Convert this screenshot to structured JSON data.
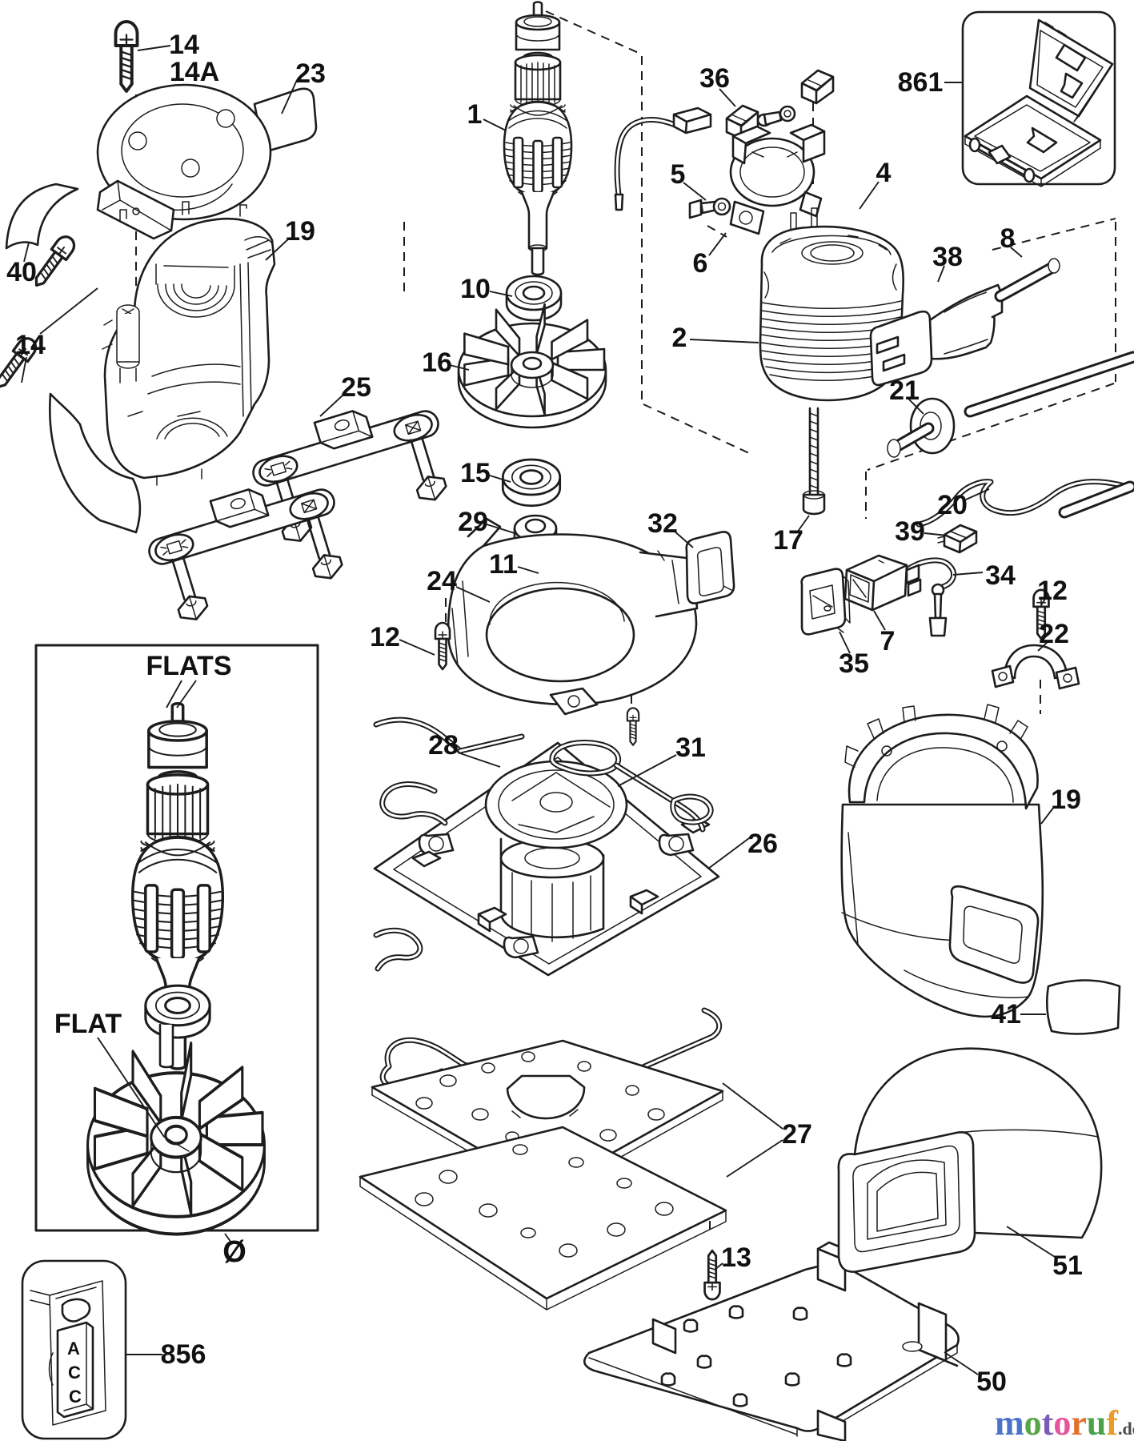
{
  "diagram_type": "exploded-parts-diagram",
  "labels": [
    {
      "id": "screw-top",
      "text": "14"
    },
    {
      "id": "screw-top-alt",
      "text": "14A"
    },
    {
      "id": "cover",
      "text": "23"
    },
    {
      "id": "seal-strip",
      "text": "40"
    },
    {
      "id": "housing-upper",
      "text": "19"
    },
    {
      "id": "screw-left",
      "text": "14"
    },
    {
      "id": "counterweight-carrier",
      "text": "25"
    },
    {
      "id": "armature",
      "text": "1"
    },
    {
      "id": "bearing-top",
      "text": "10"
    },
    {
      "id": "fan",
      "text": "16"
    },
    {
      "id": "bearing-lower",
      "text": "15"
    },
    {
      "id": "balancer",
      "text": "29"
    },
    {
      "id": "screw-balancer",
      "text": "11"
    },
    {
      "id": "baffle",
      "text": "24"
    },
    {
      "id": "screw-baffle",
      "text": "12"
    },
    {
      "id": "pad-insert",
      "text": "32"
    },
    {
      "id": "spring-wire",
      "text": "28"
    },
    {
      "id": "bail-wire",
      "text": "31"
    },
    {
      "id": "pad-support",
      "text": "26"
    },
    {
      "id": "housing-lower",
      "text": "19"
    },
    {
      "id": "name-label",
      "text": "41"
    },
    {
      "id": "pad-plates",
      "text": "27"
    },
    {
      "id": "screw-pad",
      "text": "13"
    },
    {
      "id": "punch-plate",
      "text": "50"
    },
    {
      "id": "dust-cover",
      "text": "51"
    },
    {
      "id": "accessory",
      "text": "856"
    },
    {
      "id": "carry-case",
      "text": "861"
    },
    {
      "id": "brush-cap",
      "text": "36"
    },
    {
      "id": "brush",
      "text": "5"
    },
    {
      "id": "brush-holder",
      "text": "6"
    },
    {
      "id": "field",
      "text": "2"
    },
    {
      "id": "lead-wire",
      "text": "4"
    },
    {
      "id": "plug",
      "text": "38"
    },
    {
      "id": "cord",
      "text": "8"
    },
    {
      "id": "cord-guard",
      "text": "21"
    },
    {
      "id": "screw-field",
      "text": "17"
    },
    {
      "id": "cord-inner",
      "text": "20"
    },
    {
      "id": "connector",
      "text": "39"
    },
    {
      "id": "switch-wire",
      "text": "34"
    },
    {
      "id": "screw-clamp",
      "text": "12"
    },
    {
      "id": "cord-clamp",
      "text": "22"
    },
    {
      "id": "switch",
      "text": "7"
    },
    {
      "id": "switch-plate",
      "text": "35"
    },
    {
      "id": "inset-flats",
      "text": "FLATS"
    },
    {
      "id": "inset-flat",
      "text": "FLAT"
    },
    {
      "id": "inset-diameter",
      "text": "Ø"
    }
  ],
  "insets": {
    "acc_text": [
      "A",
      "C",
      "C"
    ]
  },
  "watermark": {
    "letters": [
      {
        "ch": "m",
        "color": "#4a74c9"
      },
      {
        "ch": "o",
        "color": "#57a646"
      },
      {
        "ch": "t",
        "color": "#7b5bb5"
      },
      {
        "ch": "o",
        "color": "#e5539b"
      },
      {
        "ch": "r",
        "color": "#e2712e"
      },
      {
        "ch": "u",
        "color": "#4ba04b"
      },
      {
        "ch": "f",
        "color": "#e89a2a"
      }
    ],
    "suffix": ".de",
    "suffix_color": "#4a4a4a"
  }
}
